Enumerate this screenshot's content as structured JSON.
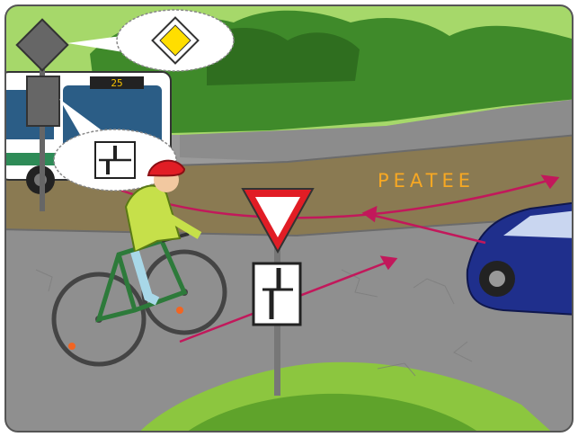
{
  "scene": {
    "road_label": "PEATEE",
    "bus_route": "25",
    "colors": {
      "road": "#8c8c8c",
      "main_road": "#8a7a52",
      "grass": "#8cc63f",
      "trees": "#3f8a2a",
      "arrow": "#c2185b",
      "label": "#f7a823",
      "car": "#1f2f8c",
      "sign_red": "#e11d25",
      "priority_yellow": "#ffde00"
    },
    "icons": {
      "priority_road_sign": "priority-road-sign",
      "yield_sign": "yield-sign",
      "intersection_plate": "intersection-shape-plate"
    }
  }
}
